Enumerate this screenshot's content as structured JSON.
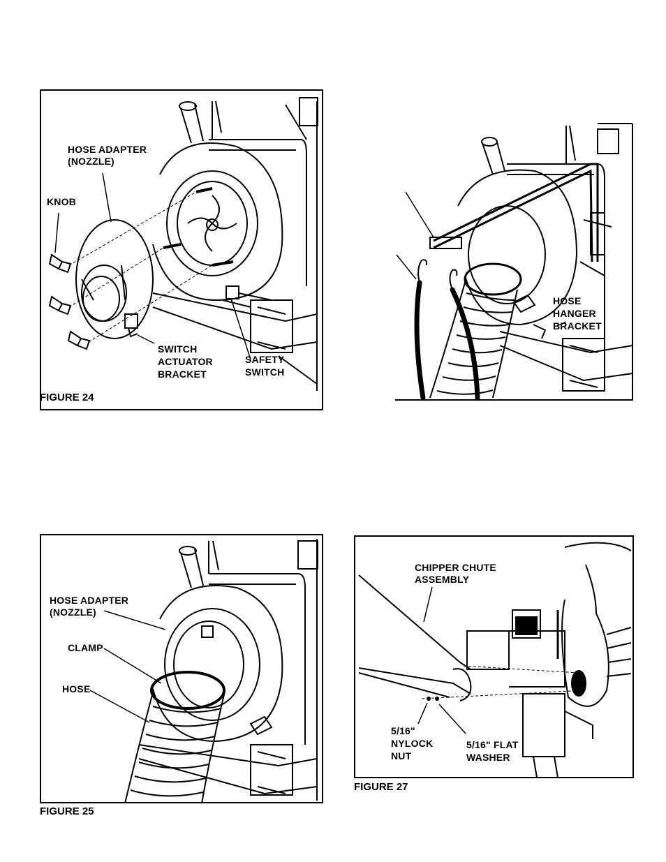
{
  "fig24": {
    "caption": "FIGURE 24",
    "labels": {
      "hose_adapter_1": "HOSE ADAPTER",
      "hose_adapter_2": "(NOZZLE)",
      "knob": "KNOB",
      "switch_actuator_1": "SWITCH",
      "switch_actuator_2": "ACTUATOR",
      "switch_actuator_3": "BRACKET",
      "safety_switch_1": "SAFETY",
      "safety_switch_2": "SWITCH"
    }
  },
  "fig26": {
    "labels": {
      "hose_1": "HOSE",
      "hose_2": "HANGER",
      "hose_3": "BRACKET"
    }
  },
  "fig25": {
    "caption": "FIGURE 25",
    "labels": {
      "hose_adapter_1": "HOSE ADAPTER",
      "hose_adapter_2": "(NOZZLE)",
      "clamp": "CLAMP",
      "hose": "HOSE"
    }
  },
  "fig27": {
    "caption": "FIGURE 27",
    "labels": {
      "chipper_1": "CHIPPER CHUTE",
      "chipper_2": "ASSEMBLY",
      "nut_1": "5/16\"",
      "nut_2": "NYLOCK",
      "nut_3": "NUT",
      "washer_1": "5/16\" FLAT",
      "washer_2": "WASHER"
    }
  }
}
